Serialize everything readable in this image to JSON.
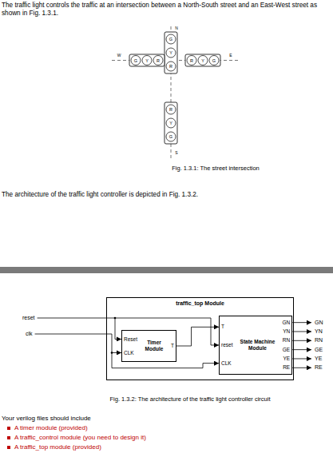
{
  "diagram": {
    "caption": "Fig. 1.3.2: The architecture of the traffic light controller circuit",
    "nodes": [
      {
        "text": [
          "traffic_top Module"
        ]
      },
      {
        "text": [
          "Timer Module",
          "Reset",
          "CLK",
          "T"
        ],
        "in": 0
      },
      {
        "text": [
          "State Machine Module",
          "T",
          "reset",
          "CLK",
          "GN",
          "YN",
          "RN",
          "GE",
          "YE",
          "RE"
        ],
        "in": 0
      }
    ],
    "edges": [
      {
        "from": 1,
        "to": 2,
        "arrow": "to"
      }
    ],
    "labels": [
      "The traffic light controls the traffic at an intersection between a North-South street and an East-West street as shown in Fig. 1.3.1.",
      "G",
      "Y",
      "R",
      "G",
      "Y",
      "R",
      "R",
      "Y",
      "G",
      "R",
      "Y",
      "G",
      "N",
      "S",
      "W",
      "E",
      "Fig. 1.3.1: The street intersection",
      "The architecture of the traffic light controller is depicted in Fig. 1.3.2.",
      "reset",
      "clk",
      "GN",
      "YN",
      "RN",
      "GE",
      "YE",
      "RE",
      "Your verilog files should include",
      "A timer module (provided)",
      "A traffic_control module (you need to design it)",
      "A traffic_top module (provided)"
    ]
  }
}
